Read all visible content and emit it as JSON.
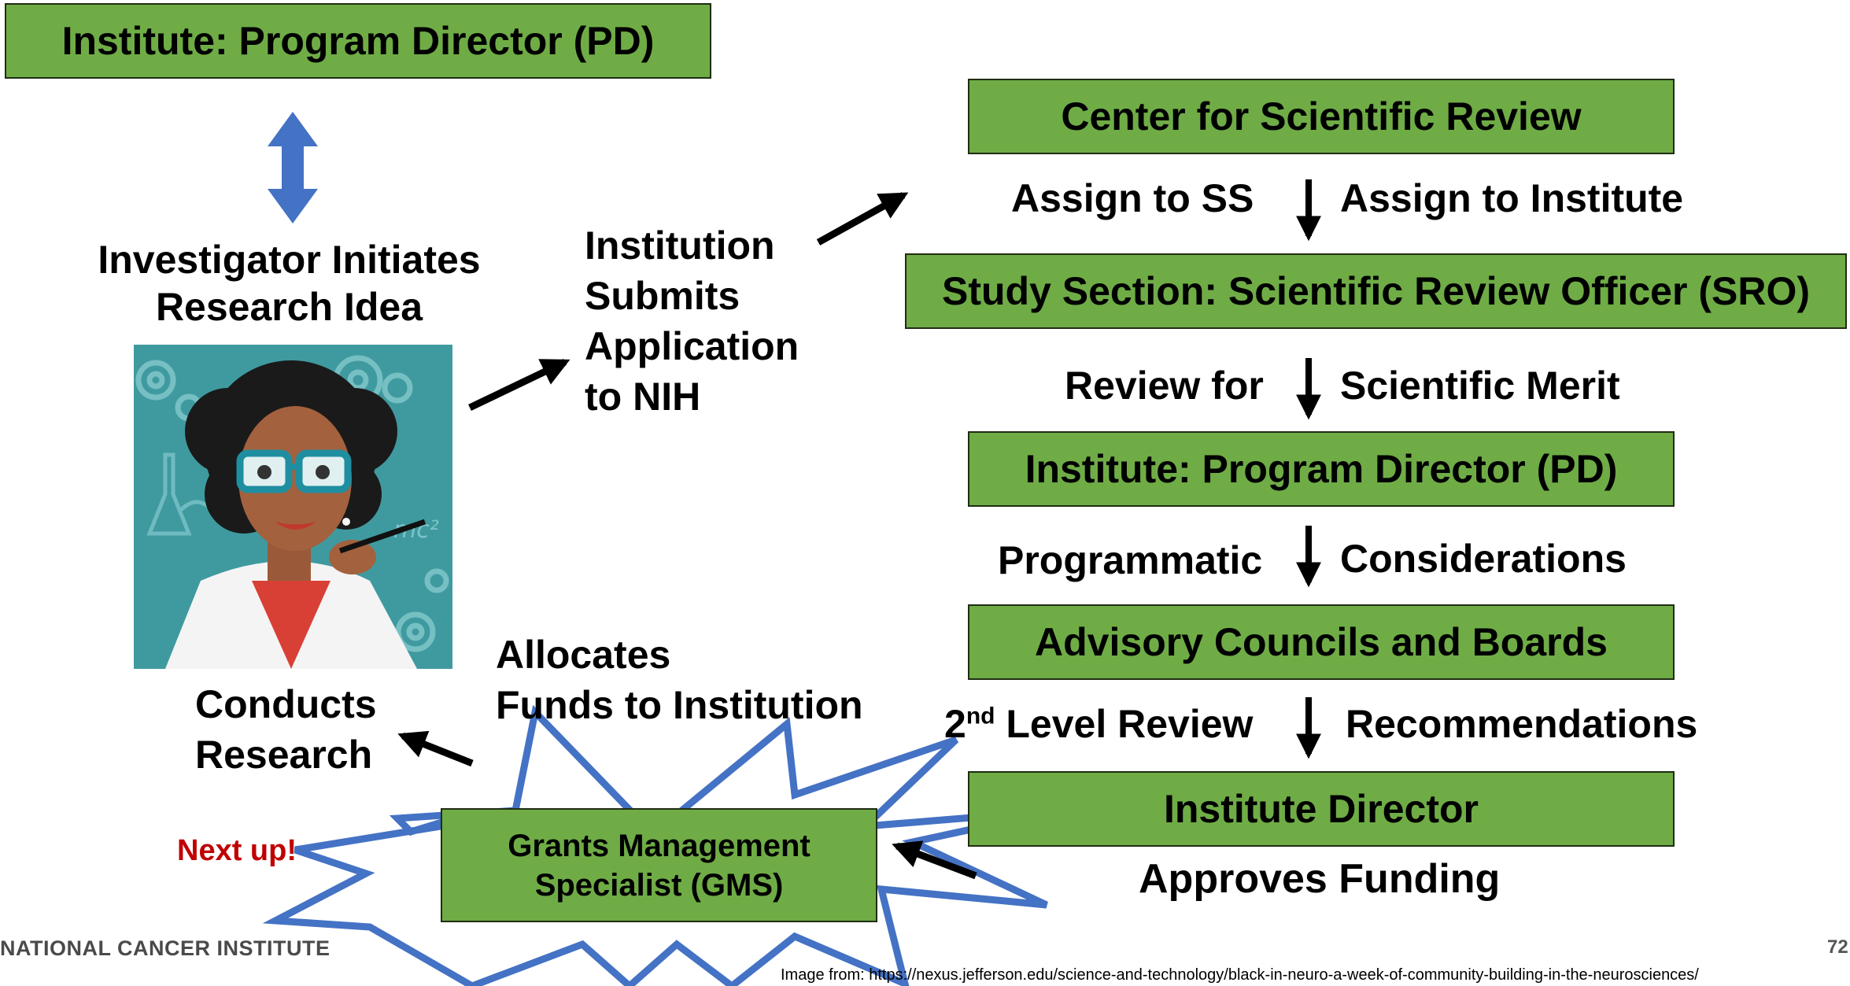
{
  "boxes": {
    "pd_top": "Institute: Program Director (PD)",
    "csr": "Center for Scientific Review",
    "sro": "Study Section: Scientific Review Officer (SRO)",
    "pd_right": "Institute: Program Director (PD)",
    "councils": "Advisory Councils and Boards",
    "director": "Institute Director",
    "gms_line1": "Grants Management",
    "gms_line2": "Specialist (GMS)"
  },
  "steps": {
    "assign_left": "Assign to SS",
    "assign_right": "Assign to Institute",
    "review_left": "Review for",
    "review_right": "Scientific Merit",
    "prog_left": "Programmatic",
    "prog_right": "Considerations",
    "level_left_sup": "nd",
    "level_left_num": "2",
    "level_left_rest": " Level Review",
    "level_right": "Recommendations",
    "approves": "Approves Funding"
  },
  "left": {
    "investigator_line1": "Investigator Initiates",
    "investigator_line2": "Research Idea",
    "conducts_line1": "Conducts",
    "conducts_line2": "Research",
    "allocates_line1": "Allocates",
    "allocates_line2": "Funds to Institution",
    "submits_line1": "Institution",
    "submits_line2": "Submits",
    "submits_line3": "Application",
    "submits_line4": "to NIH",
    "next_up": "Next up!"
  },
  "footer": {
    "brand": "NATIONAL CANCER INSTITUTE",
    "page": "72",
    "credit": "Image from: https://nexus.jefferson.edu/science-and-technology/black-in-neuro-a-week-of-community-building-in-the-neurosciences/"
  },
  "colors": {
    "box_fill": "#6fac46",
    "starburst": "#4472c4",
    "double_arrow": "#4472c4",
    "next_up": "#c00000"
  }
}
